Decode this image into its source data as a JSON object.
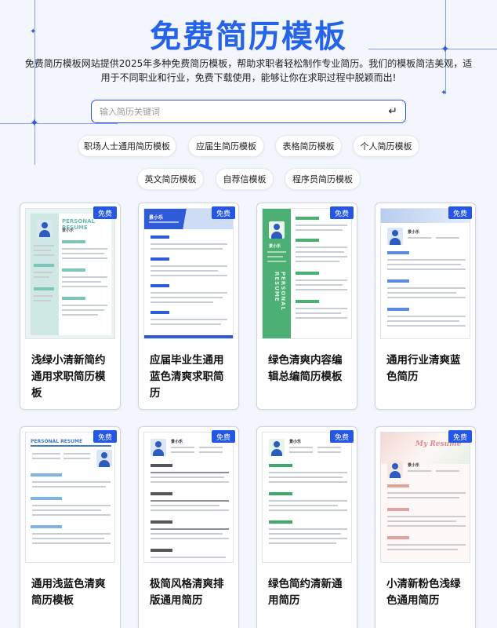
{
  "page": {
    "title": "免费简历模板",
    "description": "免费简历模板网站提供2025年多种免费简历模板，帮助求职者轻松制作专业简历。我们的模板简洁美观，适用于不同职业和行业，免费下载使用，能够让你在求职过程中脱颖而出!"
  },
  "search": {
    "placeholder": "输入简历关键词",
    "value": "",
    "submit_icon": "enter-icon"
  },
  "tags": [
    "职场人士通用简历模板",
    "应届生简历模板",
    "表格简历模板",
    "个人简历模板",
    "英文简历模板",
    "自荐信模板",
    "程序员简历模板"
  ],
  "cards": [
    {
      "title": "浅绿小清新简约通用求职简历模板",
      "badge": "免费",
      "header_text": "PERSONAL RESUME",
      "name_text": "景小乐"
    },
    {
      "title": "应届毕业生通用蓝色清爽求职简历",
      "badge": "免费",
      "name_text": "景小乐"
    },
    {
      "title": "绿色清爽内容编辑总编简历模板",
      "badge": "免费",
      "side_text": "PERSONAL RESUME",
      "name_text": "景小乐"
    },
    {
      "title": "通用行业清爽蓝色简历",
      "badge": "免费",
      "name_text": "景小乐"
    },
    {
      "title": "通用浅蓝色清爽简历模板",
      "badge": "免费",
      "header_text": "PERSONAL RESUME"
    },
    {
      "title": "极简风格清爽排版通用简历",
      "badge": "免费",
      "name_text": "景小乐"
    },
    {
      "title": "绿色简约清新通用简历",
      "badge": "免费",
      "name_text": "景小乐"
    },
    {
      "title": "小清新粉色浅绿色通用简历",
      "badge": "免费",
      "header_text": "My Resume",
      "name_text": "景小乐"
    }
  ],
  "colors": {
    "accent": "#2563e8",
    "badge": "#2557e6",
    "search_border": "#2b4fd1"
  }
}
